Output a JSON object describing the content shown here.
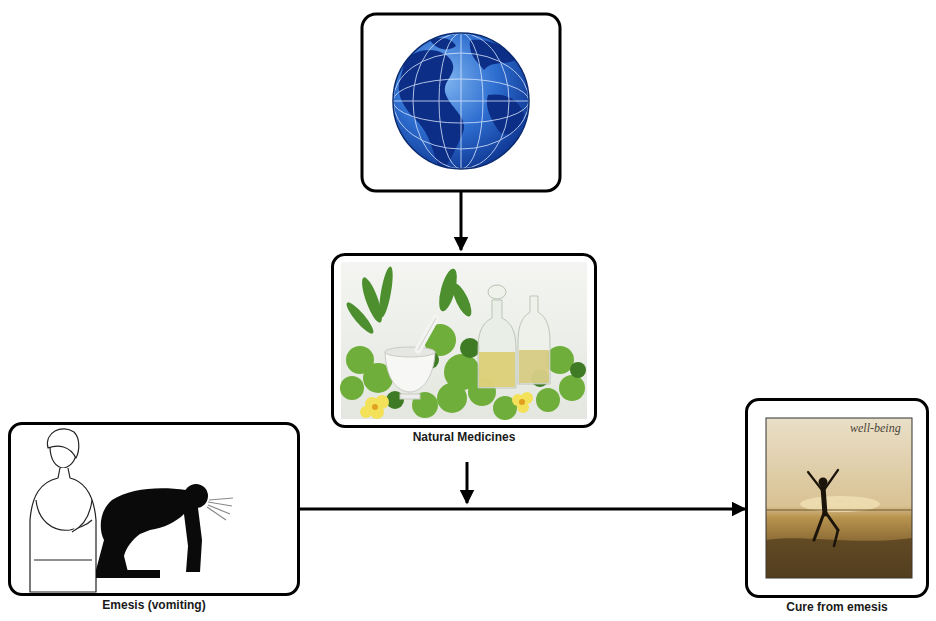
{
  "diagram": {
    "nodes": [
      {
        "text": [
          "Natural Medicines"
        ]
      },
      {
        "text": [
          "Emesis (vomiting)"
        ]
      },
      {
        "text": [
          "Cure from emesis"
        ]
      }
    ],
    "edges": [
      {
        "from": 1,
        "to": 2,
        "arrow": "to"
      }
    ],
    "labels": [
      "well-being"
    ]
  }
}
